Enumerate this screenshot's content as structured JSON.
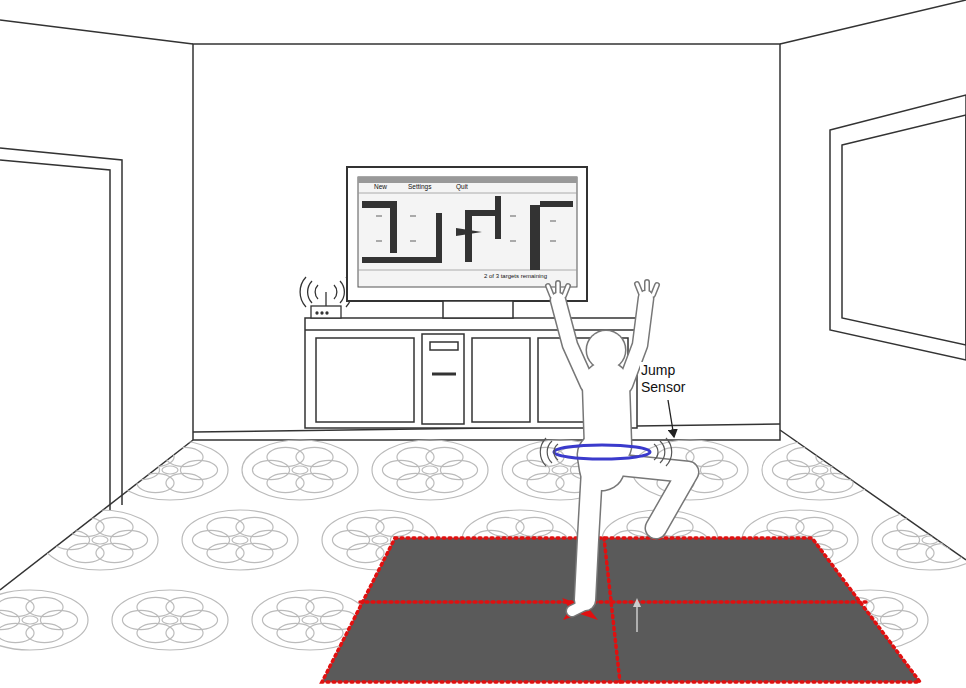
{
  "diagram": {
    "labels": [
      "New",
      "Settings",
      "Quit",
      "2 of 3 targets remaining",
      "Jump Sensor"
    ]
  }
}
